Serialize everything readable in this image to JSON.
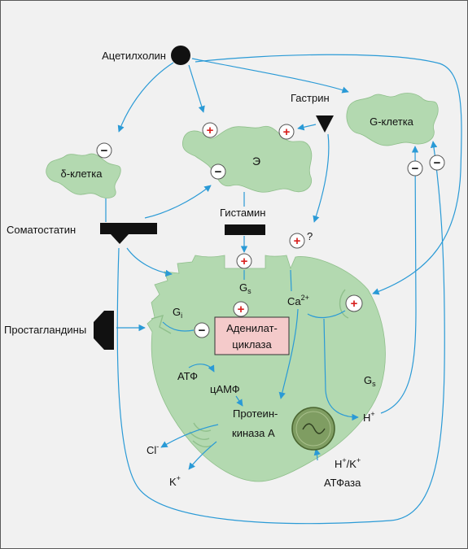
{
  "colors": {
    "background": "#f1f1f1",
    "border": "#5a5a5a",
    "cell_fill": "#b3d9b0",
    "cell_stroke": "#8fbf8b",
    "arrow": "#2a9ad6",
    "ligand": "#111111",
    "plus": "#d8201e",
    "enzyme_fill": "#f4caca",
    "pump_fill": "#7f9d62",
    "pump_stroke": "#4a6530"
  },
  "signs": {
    "plus": "+",
    "minus": "−",
    "question": "?"
  },
  "labels": {
    "acetylcholine": "Ацетилхолин",
    "gastrin": "Гастрин",
    "g_cell": "G-клетка",
    "ecl_cell": "Э",
    "delta_cell": "δ-клетка",
    "somatostatin": "Соматостатин",
    "histamine": "Гистамин",
    "prostaglandins": "Простагландины",
    "adenylate_cyclase": [
      "Аденилат-",
      "циклаза"
    ],
    "atp": "АТФ",
    "camp": "цАМФ",
    "protein_kinase": [
      "Протеин-",
      "киназа А"
    ],
    "gs_upper": {
      "base": "G",
      "sub": "s"
    },
    "gi": {
      "base": "G",
      "sub": "i"
    },
    "gs_lower": {
      "base": "G",
      "sub": "s"
    },
    "calcium": {
      "base": "Ca",
      "sup": "2+"
    },
    "proton": {
      "base": "H",
      "sup": "+"
    },
    "chloride": {
      "base": "Cl",
      "sup": "-"
    },
    "potassium": {
      "base": "K",
      "sup": "+"
    },
    "hk_atpase": {
      "line1": [
        "H",
        "+",
        "/K",
        "+"
      ],
      "line2": "АТФаза"
    }
  }
}
